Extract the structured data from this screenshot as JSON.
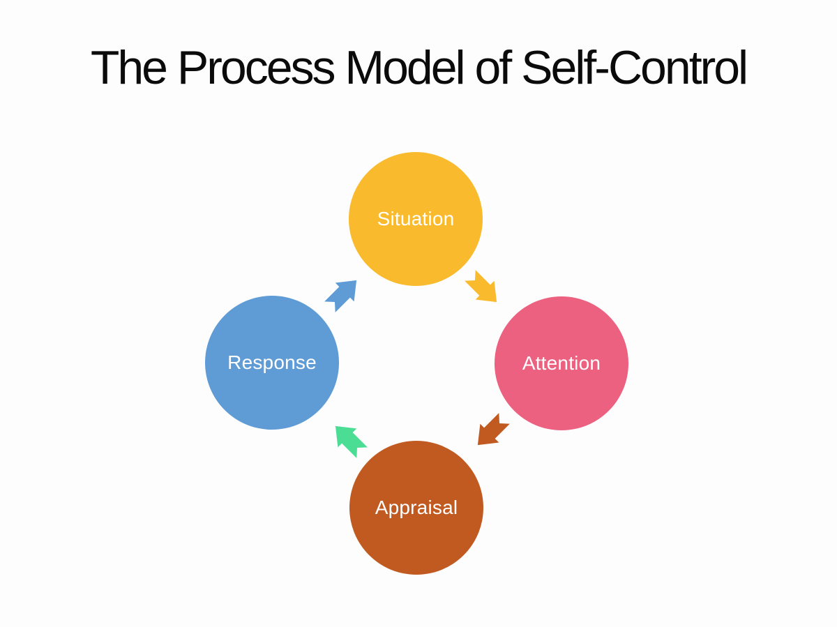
{
  "slide": {
    "title": "The Process Model of Self-Control",
    "background_color": "#FDFDFD",
    "title_color": "#0B0B0B"
  },
  "diagram": {
    "type": "cycle",
    "direction": "clockwise",
    "label_text_color": "#FFFFFF",
    "nodes": [
      {
        "label": "Situation",
        "color": "#F9BB2D",
        "position": "top"
      },
      {
        "label": "Attention",
        "color": "#EC6080",
        "position": "right"
      },
      {
        "label": "Appraisal",
        "color": "#C05A20",
        "position": "bottom"
      },
      {
        "label": "Response",
        "color": "#5F9CD6",
        "position": "left"
      }
    ],
    "arrows": [
      {
        "name": "situation-to-attention",
        "color": "#F9BB2D",
        "direction": "down-right"
      },
      {
        "name": "attention-to-appraisal",
        "color": "#C05A20",
        "direction": "down-left"
      },
      {
        "name": "appraisal-to-response",
        "color": "#4CDD95",
        "direction": "up-left"
      },
      {
        "name": "response-to-situation",
        "color": "#5F9CD6",
        "direction": "up-right"
      }
    ]
  }
}
